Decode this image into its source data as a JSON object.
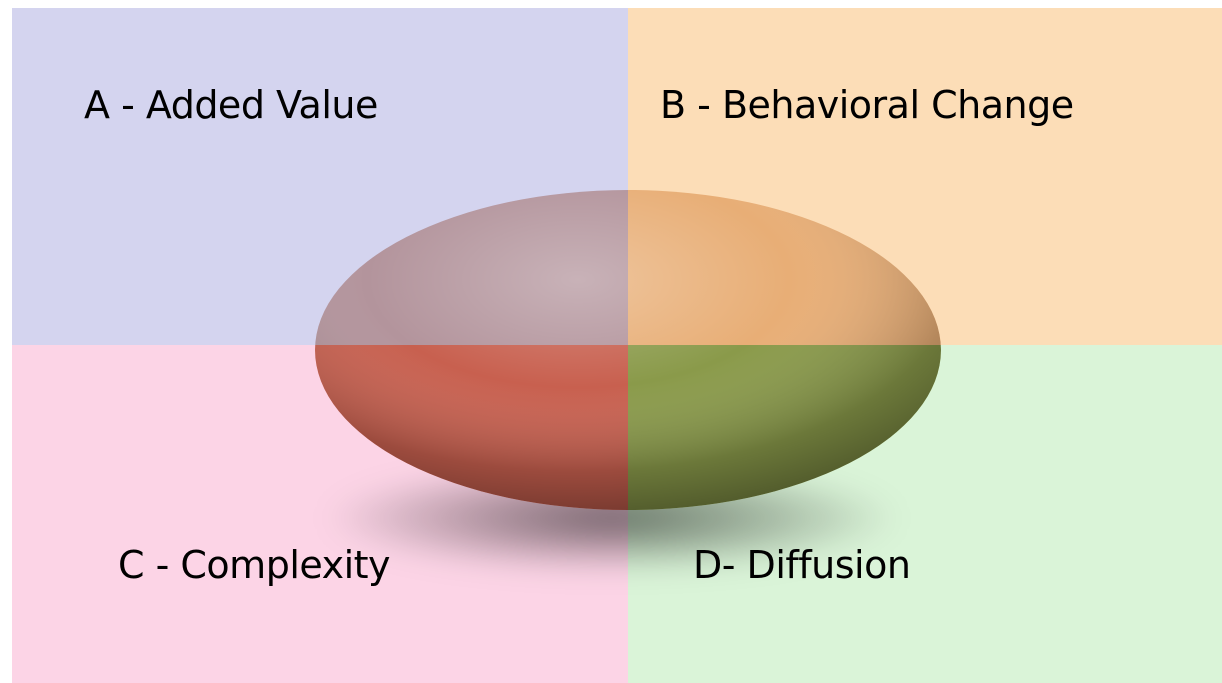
{
  "quadrants": [
    {
      "id": "a",
      "label": "A - Added Value",
      "color": "#d4d4ef"
    },
    {
      "id": "b",
      "label": "B - Behavioral Change",
      "color": "#fcddb7"
    },
    {
      "id": "c",
      "label": "C - Complexity",
      "color": "#fcd4e6"
    },
    {
      "id": "d",
      "label": "D- Diffusion",
      "color": "#daf4d8"
    }
  ],
  "egg": {
    "tint_a": "#b3949c",
    "tint_b": "#e8ae76",
    "tint_c": "#c8604f",
    "tint_d": "#8a9a4a"
  }
}
